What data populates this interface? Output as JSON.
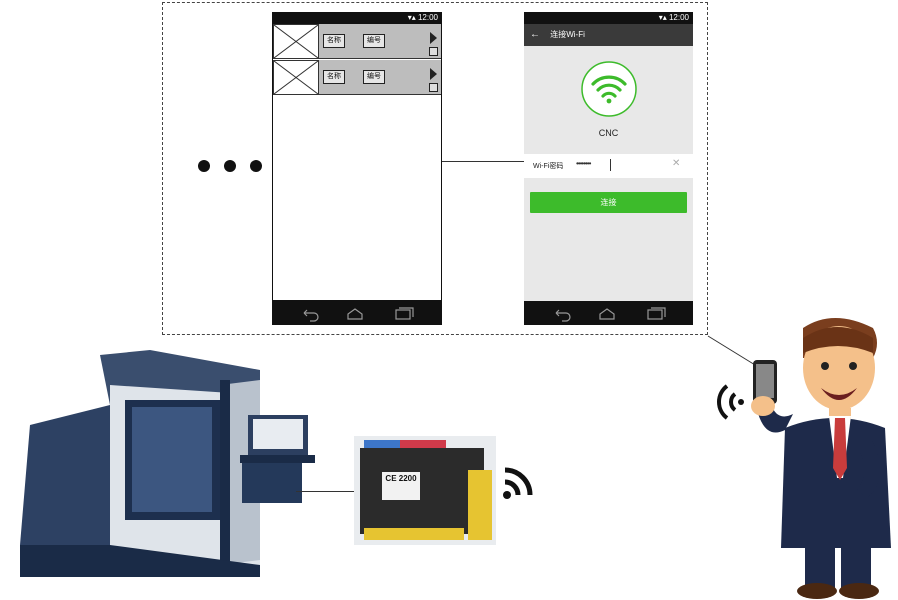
{
  "list_phone": {
    "status_time": "12:00",
    "rows": [
      {
        "name_label": "名称",
        "id_label": "编号"
      },
      {
        "name_label": "名称",
        "id_label": "编号"
      }
    ]
  },
  "wifi_phone": {
    "status_time": "12:00",
    "title": "连接Wi-Fi",
    "network_name": "CNC",
    "password_label": "Wi-Fi密码",
    "password_value": "••••••••",
    "connect_label": "连接"
  },
  "module": {
    "chip_label": "CE 2200"
  },
  "colors": {
    "wifi_green": "#3dbb2b",
    "titlebar": "#3a3a3a",
    "screen_bg": "#e8e8e8",
    "list_row": "#bdbdbd"
  }
}
